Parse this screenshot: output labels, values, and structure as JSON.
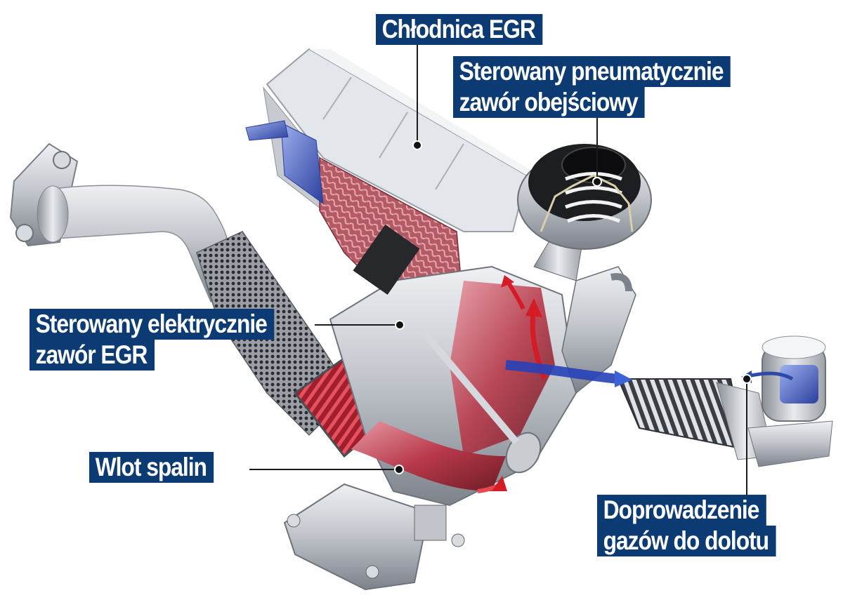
{
  "diagram": {
    "subject": "EGR module cutaway illustration",
    "colors": {
      "label_background": "#0b3b72",
      "label_text": "#ffffff",
      "leader_line": "#1a1a1a",
      "hot_exhaust": "#b3202a",
      "coolant": "#3b55b0",
      "metal": "#b8bcc4"
    },
    "labels": [
      {
        "id": "egr-cooler",
        "lines": [
          "Chłodnica EGR"
        ]
      },
      {
        "id": "pneumatic-bypass-valve",
        "lines": [
          "Sterowany pneumatycznie",
          "zawór obejściowy"
        ]
      },
      {
        "id": "electric-egr-valve",
        "lines": [
          "Sterowany elektrycznie",
          "zawór EGR"
        ]
      },
      {
        "id": "exhaust-inlet",
        "lines": [
          "Wlot spalin"
        ]
      },
      {
        "id": "intake-gas-supply",
        "lines": [
          "Doprowadzenie",
          "gazów do dolotu"
        ]
      }
    ],
    "components": [
      {
        "name": "egr-cooler-housing",
        "material": "aluminium"
      },
      {
        "name": "cooler-fins",
        "color": "red"
      },
      {
        "name": "coolant-channel",
        "color": "blue"
      },
      {
        "name": "bypass-valve-actuator",
        "color": "black"
      },
      {
        "name": "exhaust-pipe",
        "material": "steel"
      },
      {
        "name": "perforated-heat-shield",
        "material": "mesh"
      },
      {
        "name": "corrugated-bellows",
        "color": "red"
      },
      {
        "name": "outlet-pipe",
        "material": "steel"
      },
      {
        "name": "flow-arrows",
        "color": "red/blue"
      }
    ]
  }
}
